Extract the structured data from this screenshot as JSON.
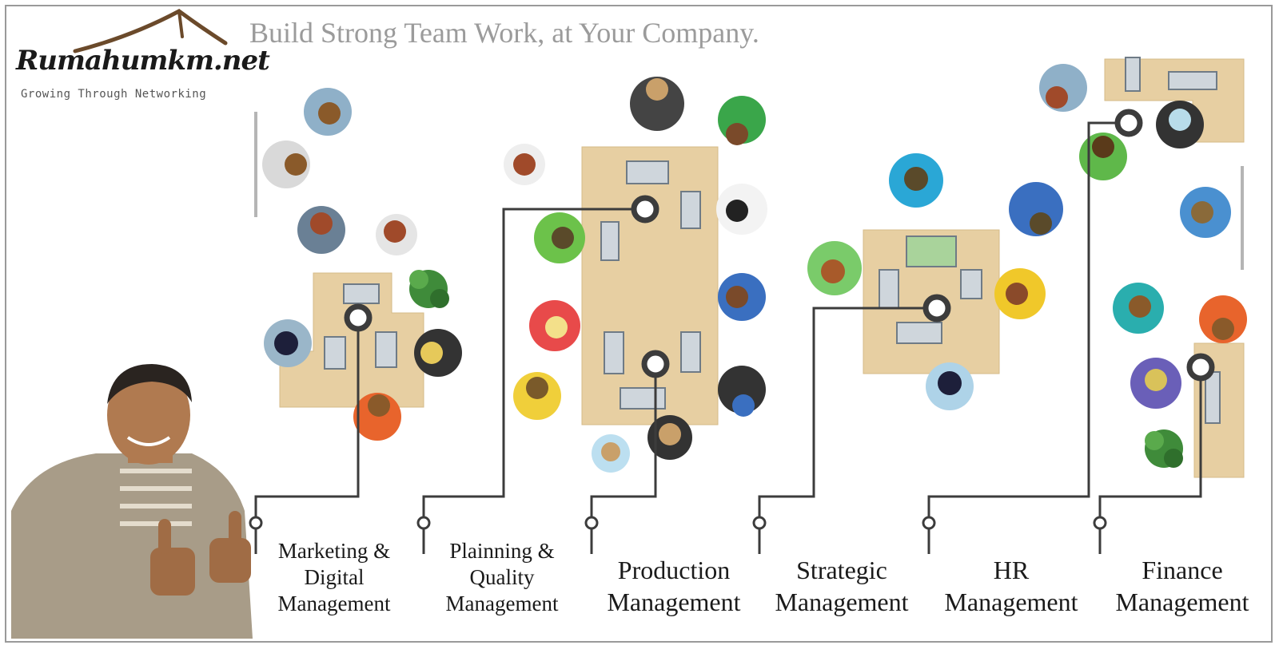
{
  "brand": {
    "name": "Rumahumkm.net",
    "tagline": "Growing Through Networking"
  },
  "headline": "Build Strong Team Work, at Your Company.",
  "colors": {
    "desk": "#e7cfa2",
    "connector": "#3c3c3c",
    "headline": "#9b9b9b",
    "frame": "#9a9a9a"
  },
  "departments": [
    {
      "label": "Marketing &\nDigital\nManagement"
    },
    {
      "label": "Plainning &\nQuality\nManagement"
    },
    {
      "label": "Production\nManagement"
    },
    {
      "label": "Strategic\nManagement"
    },
    {
      "label": "HR\nManagement"
    },
    {
      "label": "Finance\nManagement"
    }
  ]
}
